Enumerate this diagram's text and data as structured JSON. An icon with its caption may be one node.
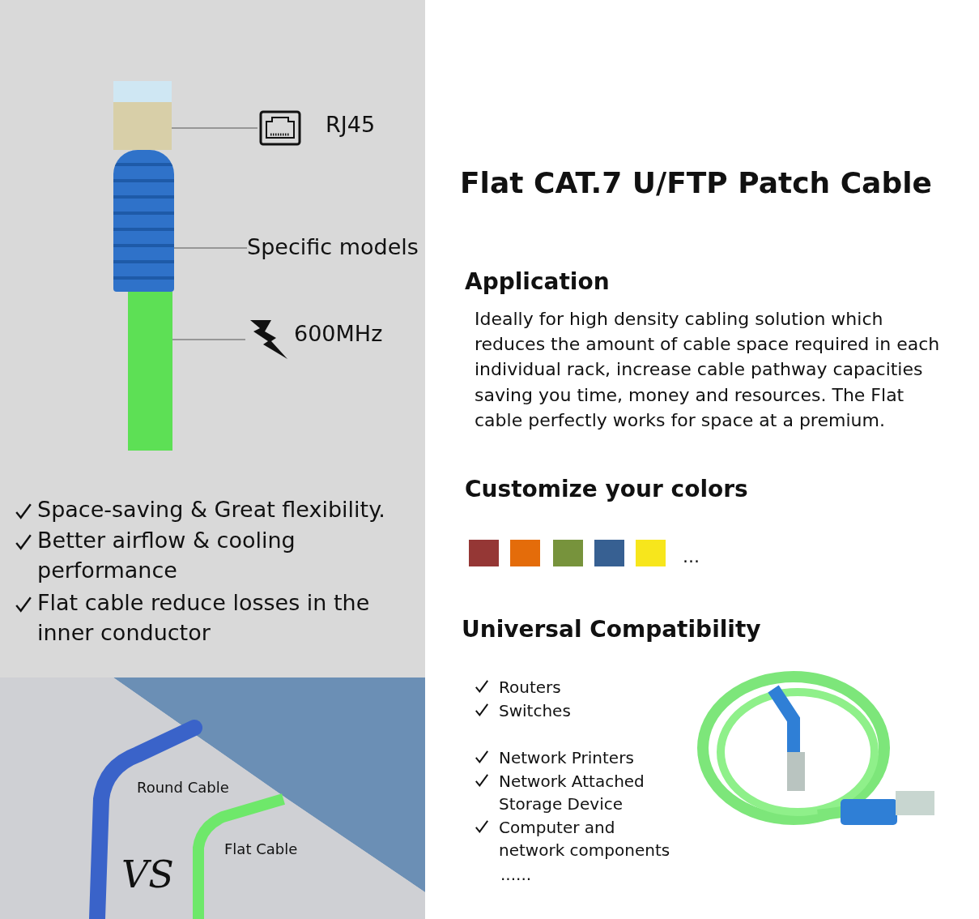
{
  "diagram": {
    "title": "Flat CAT.7 U/FTP Patch Cable",
    "nodes": [
      {
        "text": [],
        "shape": "picture"
      },
      {
        "text": [
          "RJ45"
        ]
      },
      {
        "text": [],
        "shape": "picture"
      },
      {
        "text": [
          "Specific models"
        ]
      },
      {
        "text": [],
        "shape": "picture"
      },
      {
        "text": [
          "600MHz"
        ]
      },
      {
        "text": [],
        "shape": "box"
      },
      {
        "text": [],
        "shape": "box"
      },
      {
        "text": [],
        "shape": "box"
      },
      {
        "text": [],
        "shape": "box"
      },
      {
        "text": [],
        "shape": "box"
      }
    ],
    "edges": [
      {
        "from": 1,
        "to": 0,
        "arrow": "none"
      },
      {
        "from": 3,
        "to": 2,
        "arrow": "none"
      },
      {
        "from": 5,
        "to": 4,
        "arrow": "none"
      }
    ],
    "labels": [
      "Space-saving & Great flexibility.",
      "Better airflow & cooling performance",
      "Flat cable reduce losses in the inner conductor",
      "Round Cable",
      "VS",
      "Flat Cable",
      "Application",
      "Ideally for high density cabling solution which reduces the amount of cable space required in each individual rack, increase cable pathway capacities saving you time, money and resources. The Flat cable perfectly works for space at a premium.",
      "Customize your colors",
      "...",
      "Universal Compatibility",
      "Routers",
      "Switches",
      "Network Printers",
      "Network Attached Storage Device",
      "Computer and network components",
      "......"
    ]
  }
}
